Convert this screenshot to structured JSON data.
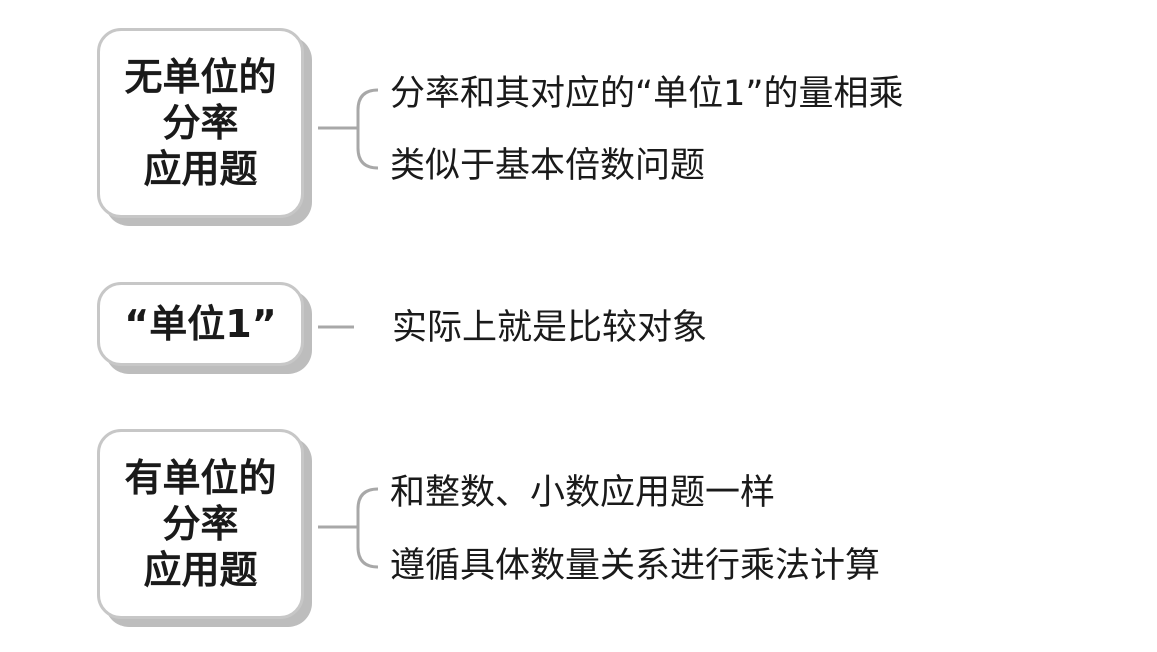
{
  "sections": [
    {
      "title_lines": [
        "无单位的",
        "分率",
        "应用题"
      ],
      "items": [
        "分率和其对应的“单位1”的量相乘",
        "类似于基本倍数问题"
      ]
    },
    {
      "title_lines": [
        "“单位1”"
      ],
      "items": [
        "实际上就是比较对象"
      ]
    },
    {
      "title_lines": [
        "有单位的",
        "分率",
        "应用题"
      ],
      "items": [
        "和整数、小数应用题一样",
        "遵循具体数量关系进行乘法计算"
      ]
    }
  ]
}
